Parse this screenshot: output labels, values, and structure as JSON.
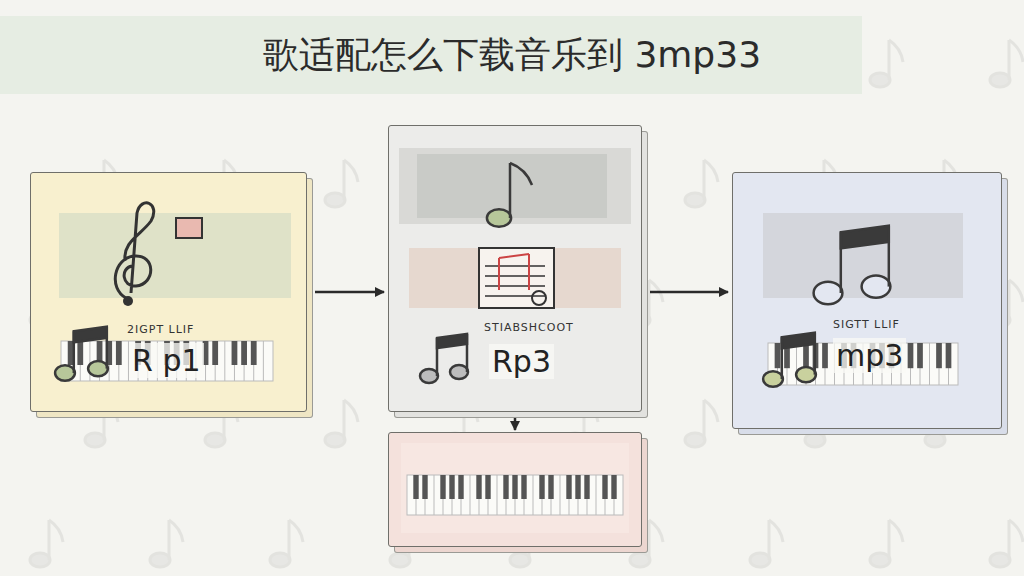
{
  "diagram": {
    "title": "歌适配怎么下载音乐到 3mp33",
    "nodes": [
      {
        "text": [
          "2IGPT LLIF",
          "R p1"
        ]
      },
      {
        "text": [
          "STIABSHCOOT",
          "Rp3"
        ]
      },
      {
        "text": [
          "SIGTT LLIF",
          "mp3"
        ]
      },
      {
        "text": []
      }
    ],
    "edges": [
      {
        "from": 0,
        "to": 1,
        "arrow": "to"
      },
      {
        "from": 1,
        "to": 2,
        "arrow": "to"
      },
      {
        "from": 1,
        "to": 3,
        "arrow": "to"
      }
    ]
  }
}
